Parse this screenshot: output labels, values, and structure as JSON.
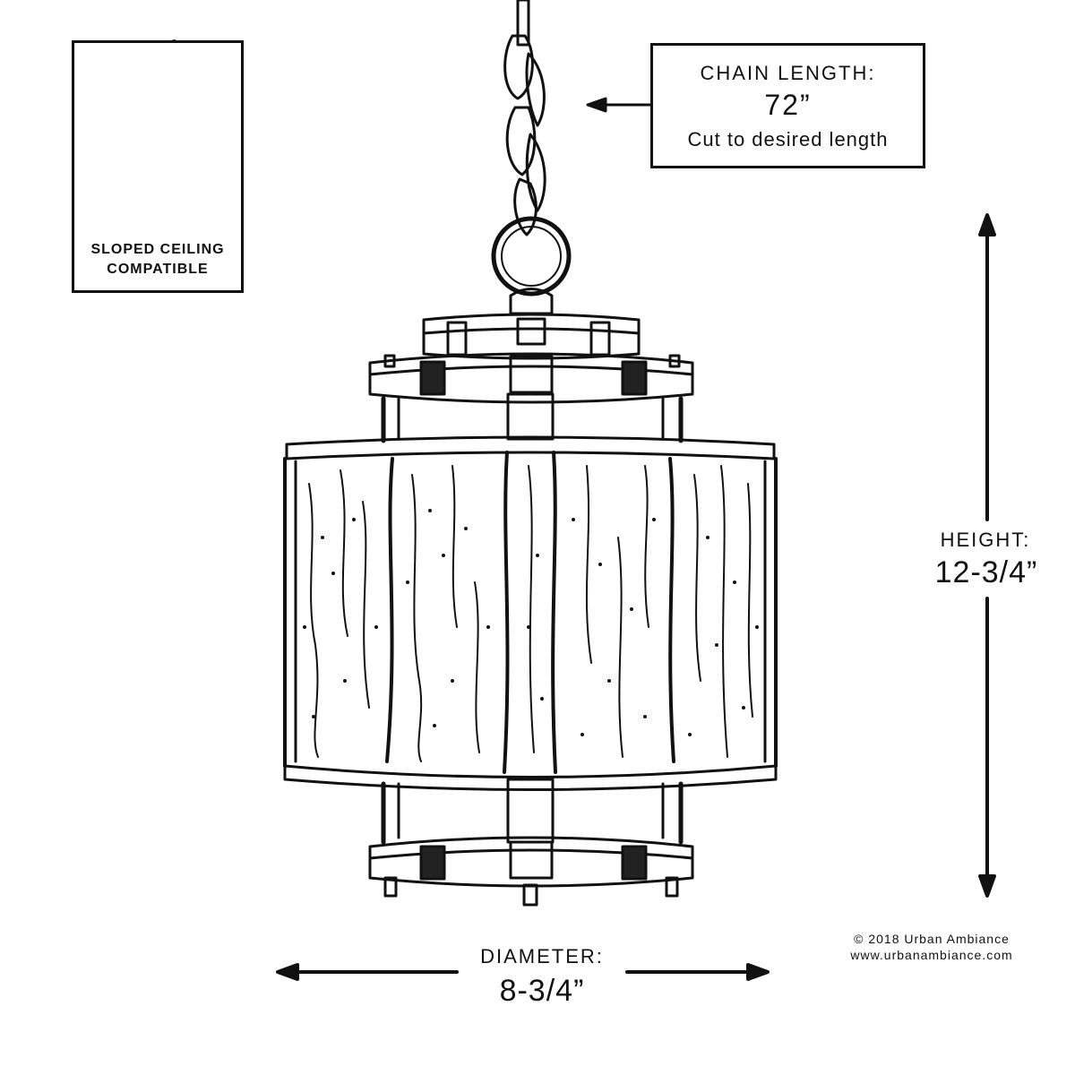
{
  "sloped_ceiling": {
    "line1": "SLOPED CEILING",
    "line2": "COMPATIBLE"
  },
  "chain_length": {
    "title": "CHAIN LENGTH:",
    "value": "72”",
    "note": "Cut to desired length"
  },
  "height": {
    "title": "HEIGHT:",
    "value": "12-3/4”"
  },
  "diameter": {
    "title": "DIAMETER:",
    "value": "8-3/4”"
  },
  "copyright": {
    "line1": "© 2018 Urban Ambiance",
    "line2": "www.urbanambiance.com"
  }
}
